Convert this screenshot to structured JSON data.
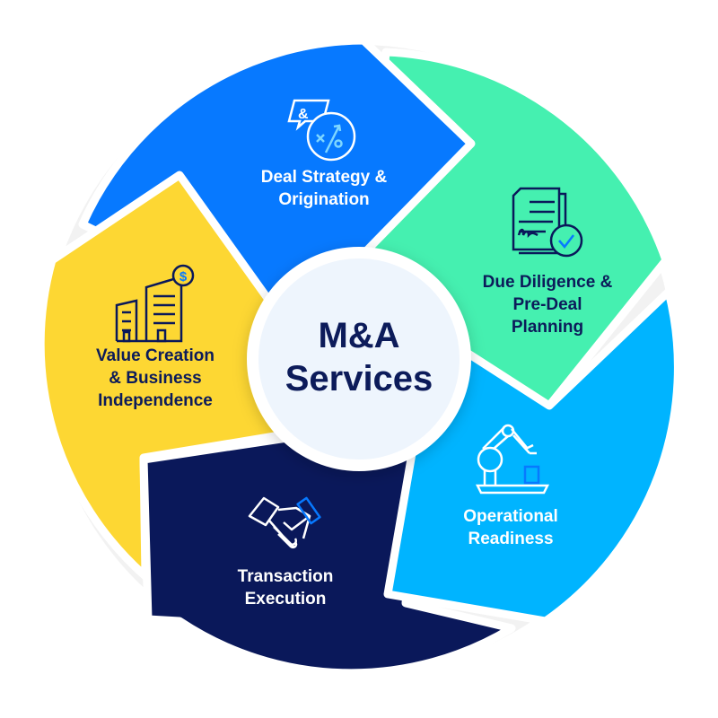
{
  "title": "M&A Services",
  "center": {
    "line1": "M&A",
    "line2": "Services"
  },
  "segments": [
    {
      "id": "deal-strategy",
      "line1": "Deal Strategy &",
      "line2": "Origination",
      "icon": "strategy-chat-icon",
      "color": "#0779ff"
    },
    {
      "id": "due-diligence",
      "line1": "Due Diligence &",
      "line2": "Pre-Deal",
      "line3": "Planning",
      "icon": "signed-document-check-icon",
      "color": "#45f0b0"
    },
    {
      "id": "operational-readiness",
      "line1": "Operational",
      "line2": "Readiness",
      "icon": "robotic-arm-icon",
      "color": "#00b4ff"
    },
    {
      "id": "transaction-execution",
      "line1": "Transaction",
      "line2": "Execution",
      "icon": "handshake-icon",
      "color": "#0a185a"
    },
    {
      "id": "value-creation",
      "line1": "Value Creation",
      "line2": "& Business",
      "line3": "Independence",
      "icon": "buildings-dollar-icon",
      "color": "#fdd733"
    }
  ]
}
